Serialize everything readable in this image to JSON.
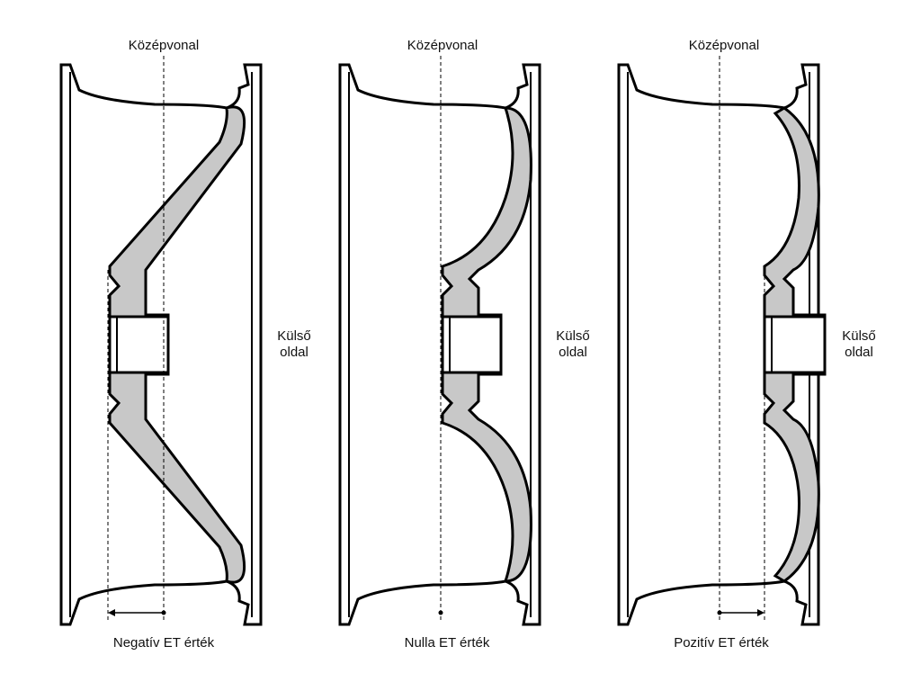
{
  "colors": {
    "outline": "#000000",
    "fill": "#c8c8c8",
    "text": "#111111"
  },
  "panels": [
    {
      "type": "negative",
      "centerline_label": "Középvonal",
      "outer_side_label_line1": "Külső",
      "outer_side_label_line2": "oldal",
      "caption": "Negatív ET érték"
    },
    {
      "type": "zero",
      "centerline_label": "Középvonal",
      "outer_side_label_line1": "Külső",
      "outer_side_label_line2": "oldal",
      "caption": "Nulla ET érték"
    },
    {
      "type": "positive",
      "centerline_label": "Középvonal",
      "outer_side_label_line1": "Külső",
      "outer_side_label_line2": "oldal",
      "caption": "Pozitív ET érték"
    }
  ]
}
